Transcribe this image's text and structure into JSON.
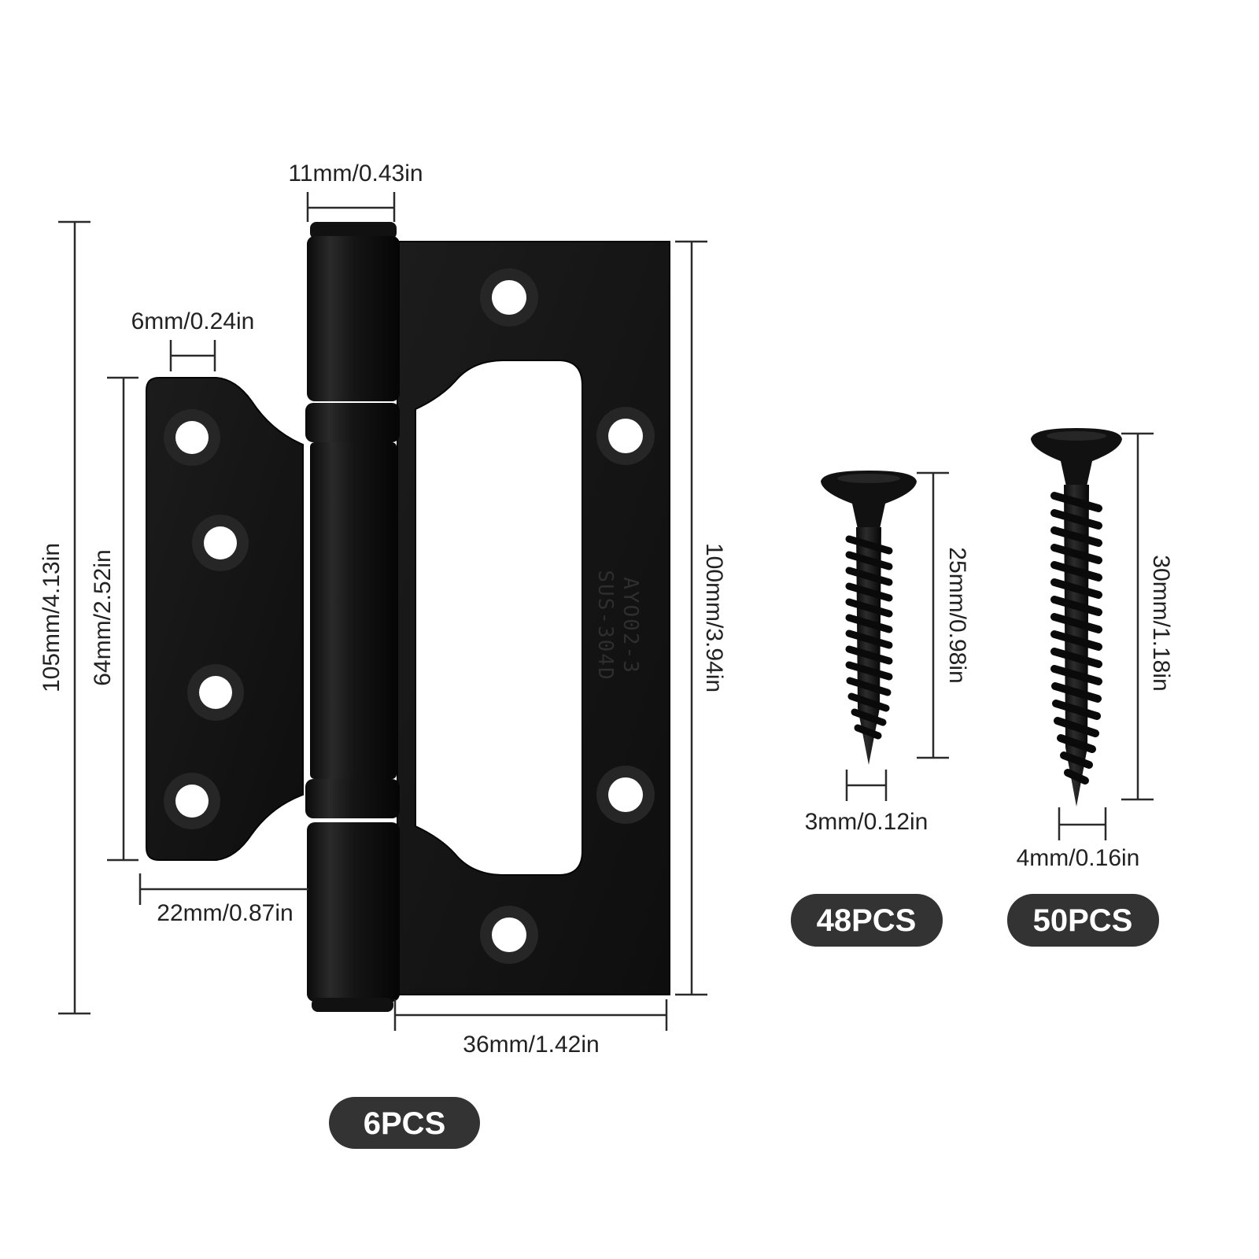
{
  "colors": {
    "metal": "#141414",
    "metal_edge": "#050505",
    "hole_ring": "#2a2a2a",
    "dim_line": "#2b2b2b",
    "badge_bg": "#333333",
    "badge_text": "#ffffff"
  },
  "hinge": {
    "stamp_line1": "AYO02-3",
    "stamp_line2": "SUS-304D",
    "quantity": "6PCS",
    "dims": {
      "knuckle_width": "11mm/0.43in",
      "tab_width": "6mm/0.24in",
      "total_height": "105mm/4.13in",
      "inner_leaf_height": "64mm/2.52in",
      "outer_leaf_height": "100mm/3.94in",
      "inner_leaf_width": "22mm/0.87in",
      "outer_leaf_width": "36mm/1.42in"
    }
  },
  "screws": [
    {
      "id": "short",
      "length": "25mm/0.98in",
      "diameter": "3mm/0.12in",
      "quantity": "48PCS"
    },
    {
      "id": "long",
      "length": "30mm/1.18in",
      "diameter": "4mm/0.16in",
      "quantity": "50PCS"
    }
  ]
}
